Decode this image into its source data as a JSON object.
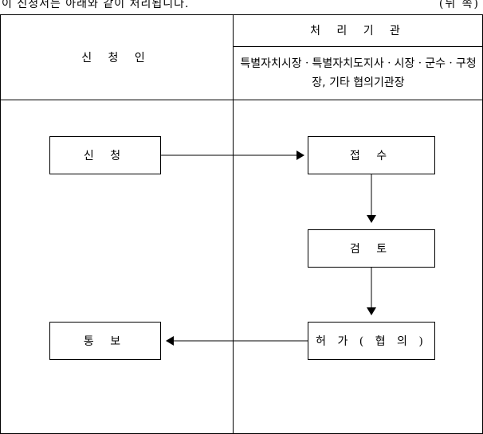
{
  "header": {
    "note": "이 신청서는 아래와 같이 처리됩니다.",
    "page_mark": "(뒤 쪽)"
  },
  "table": {
    "applicant_column": "신 청 인",
    "agency_column": "처 리 기 관",
    "agency_names": "특별자치시장ㆍ특별자치도지사ㆍ시장ㆍ군수ㆍ구청장, 기타 협의기관장"
  },
  "flow": {
    "apply": "신 청",
    "receipt": "접 수",
    "review": "검 토",
    "permit": "허 가 ( 협 의 )",
    "notify": "통 보"
  }
}
